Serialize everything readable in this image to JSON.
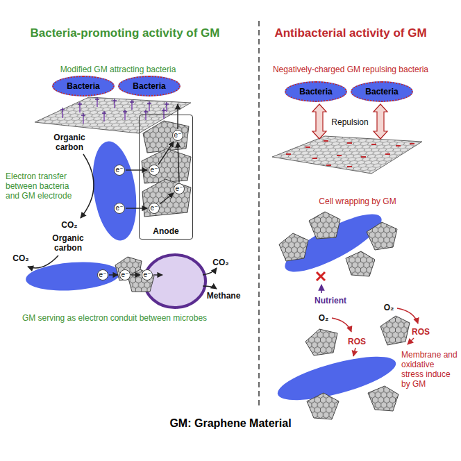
{
  "diagram": {
    "caption": "GM: Graphene Material",
    "nodes": [
      {
        "text": [
          "Bacteria"
        ]
      },
      {
        "text": [
          "Bacteria"
        ]
      },
      {
        "text": [
          "Anode"
        ]
      },
      {
        "text": [
          "Bacteria"
        ]
      },
      {
        "text": [
          "Bacteria"
        ]
      }
    ],
    "labels": [
      "Bacteria-promoting activity of GM",
      "Modified GM attracting bacteria",
      "Organic carbon",
      "Electron transfer between bacteria and GM electrode",
      "CO₂",
      "e⁻",
      "e⁻",
      "e⁻",
      "e⁻",
      "e⁻",
      "e⁻",
      "CO₂",
      "Organic carbon",
      "e⁻",
      "e⁻",
      "e⁻",
      "CO₂",
      "Methane",
      "GM serving as electron conduit between microbes",
      "Antibacterial activity of GM",
      "Negatively-charged GM repulsing bacteria",
      "Repulsion",
      "Cell wrapping by GM",
      "Nutrient",
      "O₂",
      "ROS",
      "O₂",
      "ROS",
      "Membrane and oxidative stress induce by GM"
    ]
  }
}
